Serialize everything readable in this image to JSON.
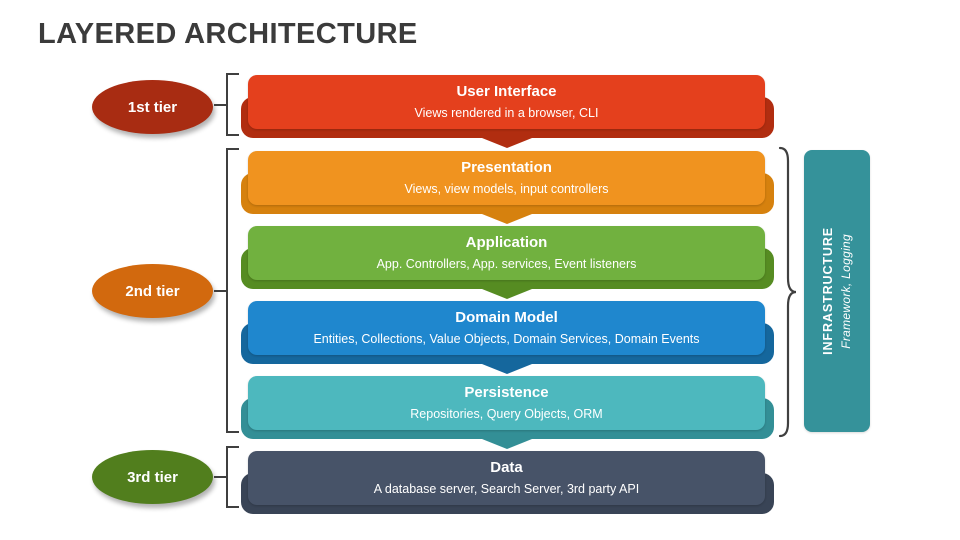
{
  "title": "LAYERED ARCHITECTURE",
  "tiers": [
    {
      "label": "1st tier",
      "color": "#A82C12"
    },
    {
      "label": "2nd tier",
      "color": "#D2690E"
    },
    {
      "label": "3rd tier",
      "color": "#517E1D"
    }
  ],
  "layers": [
    {
      "name": "User Interface",
      "description": "Views rendered in a browser, CLI",
      "color": "#E4401D",
      "shade": "#B12D10"
    },
    {
      "name": "Presentation",
      "description": "Views, view models, input controllers",
      "color": "#F0931F",
      "shade": "#D6810E"
    },
    {
      "name": "Application",
      "description": "App. Controllers, App. services, Event listeners",
      "color": "#71B13F",
      "shade": "#568C22"
    },
    {
      "name": "Domain Model",
      "description": "Entities, Collections, Value Objects, Domain Services, Domain Events",
      "color": "#1F87CE",
      "shade": "#15679D"
    },
    {
      "name": "Persistence",
      "description": "Repositories, Query Objects, ORM",
      "color": "#4DB8BE",
      "shade": "#338F96"
    },
    {
      "name": "Data",
      "description": "A database server, Search Server, 3rd party API",
      "color": "#475368",
      "shade": "#394456"
    }
  ],
  "infrastructure": {
    "title": "INFRASTRUCTURE",
    "subtitle": "Framework, Logging",
    "color": "#35929A"
  },
  "bracket_color": "#3F3F3F"
}
